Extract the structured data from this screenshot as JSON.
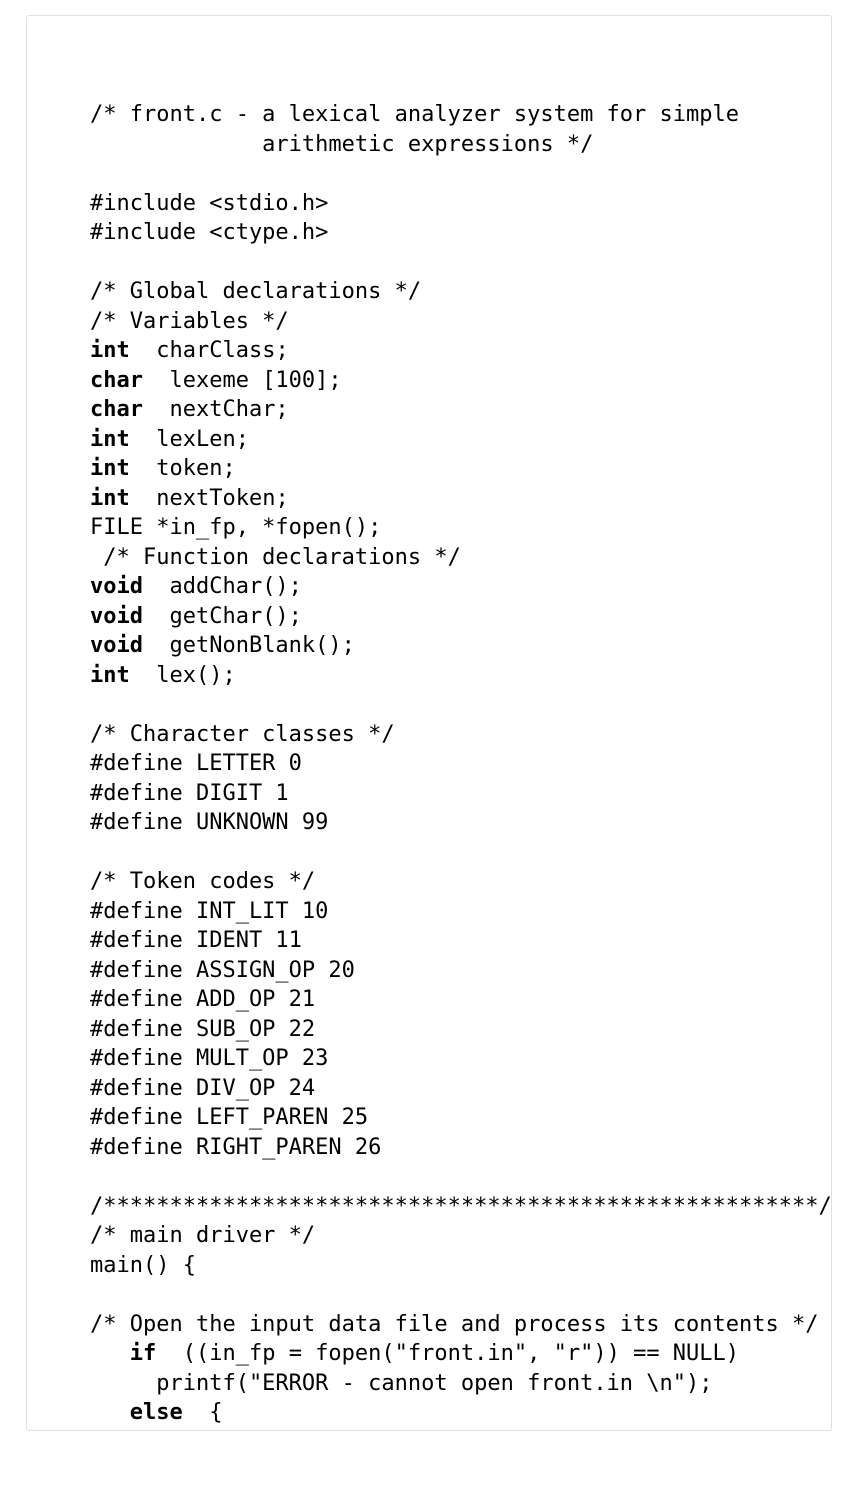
{
  "document": {
    "kind": "c-source-listing",
    "background_color": "#ffffff",
    "card_border_color": "#e0e0e0",
    "text_color": "#000000"
  },
  "code": {
    "language": "c",
    "lines": [
      {
        "segments": [
          {
            "text": "/* front.c - a lexical analyzer system for simple",
            "bold": false
          }
        ]
      },
      {
        "segments": [
          {
            "text": "             arithmetic expressions */",
            "bold": false
          }
        ]
      },
      {
        "segments": []
      },
      {
        "segments": [
          {
            "text": "#include <stdio.h>",
            "bold": false
          }
        ]
      },
      {
        "segments": [
          {
            "text": "#include <ctype.h>",
            "bold": false
          }
        ]
      },
      {
        "segments": []
      },
      {
        "segments": [
          {
            "text": "/* Global declarations */",
            "bold": false
          }
        ]
      },
      {
        "segments": [
          {
            "text": "/* Variables */",
            "bold": false
          }
        ]
      },
      {
        "segments": [
          {
            "text": "int",
            "bold": true
          },
          {
            "text": "  charClass;",
            "bold": false
          }
        ]
      },
      {
        "segments": [
          {
            "text": "char",
            "bold": true
          },
          {
            "text": "  lexeme [100];",
            "bold": false
          }
        ]
      },
      {
        "segments": [
          {
            "text": "char",
            "bold": true
          },
          {
            "text": "  nextChar;",
            "bold": false
          }
        ]
      },
      {
        "segments": [
          {
            "text": "int",
            "bold": true
          },
          {
            "text": "  lexLen;",
            "bold": false
          }
        ]
      },
      {
        "segments": [
          {
            "text": "int",
            "bold": true
          },
          {
            "text": "  token;",
            "bold": false
          }
        ]
      },
      {
        "segments": [
          {
            "text": "int",
            "bold": true
          },
          {
            "text": "  nextToken;",
            "bold": false
          }
        ]
      },
      {
        "segments": [
          {
            "text": "FILE *in_fp, *fopen();",
            "bold": false
          }
        ]
      },
      {
        "segments": [
          {
            "text": " /* Function declarations */",
            "bold": false
          }
        ]
      },
      {
        "segments": [
          {
            "text": "void",
            "bold": true
          },
          {
            "text": "  addChar();",
            "bold": false
          }
        ]
      },
      {
        "segments": [
          {
            "text": "void",
            "bold": true
          },
          {
            "text": "  getChar();",
            "bold": false
          }
        ]
      },
      {
        "segments": [
          {
            "text": "void",
            "bold": true
          },
          {
            "text": "  getNonBlank();",
            "bold": false
          }
        ]
      },
      {
        "segments": [
          {
            "text": "int",
            "bold": true
          },
          {
            "text": "  lex();",
            "bold": false
          }
        ]
      },
      {
        "segments": []
      },
      {
        "segments": [
          {
            "text": "/* Character classes */",
            "bold": false
          }
        ]
      },
      {
        "segments": [
          {
            "text": "#define LETTER 0",
            "bold": false
          }
        ]
      },
      {
        "segments": [
          {
            "text": "#define DIGIT 1",
            "bold": false
          }
        ]
      },
      {
        "segments": [
          {
            "text": "#define UNKNOWN 99",
            "bold": false
          }
        ]
      },
      {
        "segments": []
      },
      {
        "segments": [
          {
            "text": "/* Token codes */",
            "bold": false
          }
        ]
      },
      {
        "segments": [
          {
            "text": "#define INT_LIT 10",
            "bold": false
          }
        ]
      },
      {
        "segments": [
          {
            "text": "#define IDENT 11",
            "bold": false
          }
        ]
      },
      {
        "segments": [
          {
            "text": "#define ASSIGN_OP 20",
            "bold": false
          }
        ]
      },
      {
        "segments": [
          {
            "text": "#define ADD_OP 21",
            "bold": false
          }
        ]
      },
      {
        "segments": [
          {
            "text": "#define SUB_OP 22",
            "bold": false
          }
        ]
      },
      {
        "segments": [
          {
            "text": "#define MULT_OP 23",
            "bold": false
          }
        ]
      },
      {
        "segments": [
          {
            "text": "#define DIV_OP 24",
            "bold": false
          }
        ]
      },
      {
        "segments": [
          {
            "text": "#define LEFT_PAREN 25",
            "bold": false
          }
        ]
      },
      {
        "segments": [
          {
            "text": "#define RIGHT_PAREN 26",
            "bold": false
          }
        ]
      },
      {
        "segments": []
      },
      {
        "segments": [
          {
            "text": "/******************************************************/",
            "bold": false
          }
        ]
      },
      {
        "segments": [
          {
            "text": "/* main driver */",
            "bold": false
          }
        ]
      },
      {
        "segments": [
          {
            "text": "main() {",
            "bold": false
          }
        ]
      },
      {
        "segments": []
      },
      {
        "segments": [
          {
            "text": "/* Open the input data file and process its contents */",
            "bold": false
          }
        ]
      },
      {
        "segments": [
          {
            "text": "   ",
            "bold": false
          },
          {
            "text": "if",
            "bold": true
          },
          {
            "text": "  ((in_fp = fopen(\"front.in\", \"r\")) == NULL)",
            "bold": false
          }
        ]
      },
      {
        "segments": [
          {
            "text": "     printf(\"ERROR - cannot open front.in \\n\");",
            "bold": false
          }
        ]
      },
      {
        "segments": [
          {
            "text": "   ",
            "bold": false
          },
          {
            "text": "else",
            "bold": true
          },
          {
            "text": "  {",
            "bold": false
          }
        ]
      }
    ]
  }
}
